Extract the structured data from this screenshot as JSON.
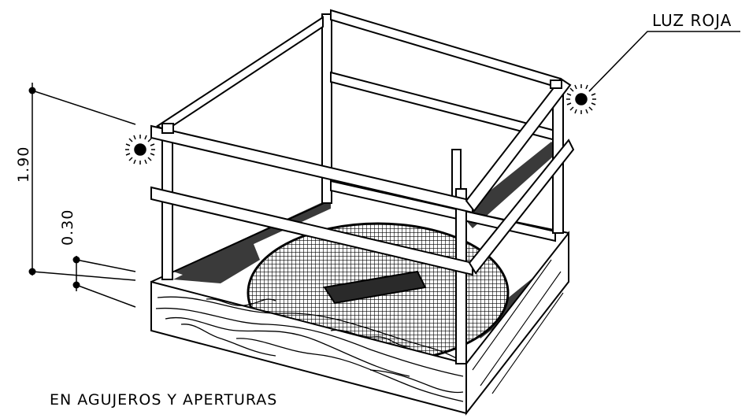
{
  "callout": {
    "label": "LUZ ROJA"
  },
  "dimensions": {
    "total_height": "1.90",
    "toe_board": "0.30"
  },
  "caption": "EN AGUJEROS Y APERTURAS",
  "colors": {
    "line": "#000000",
    "background": "#ffffff",
    "shadow": "#3a3a3a"
  }
}
